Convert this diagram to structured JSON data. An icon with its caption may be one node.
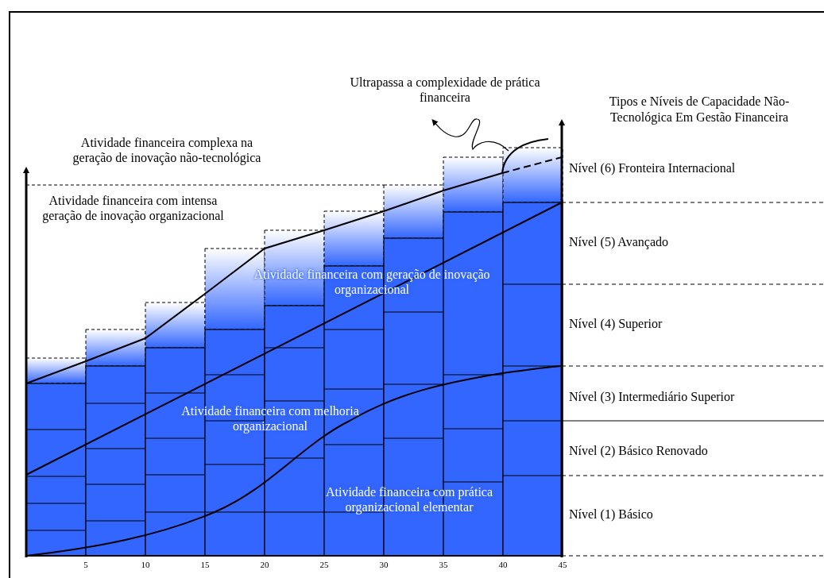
{
  "diagram": {
    "title": "Tipos e Níveis de Capacidade Não-Tecnológica Em Gestão Financeira",
    "labels": [
      "Ultrapassa a complexidade de prática financeira",
      "Atividade financeira complexa na geração de inovação não-tecnológica",
      "Nível (6) Fronteira Internacional",
      "Atividade financeira com intensa geração de inovação organizacional",
      "Nível (5) Avançado",
      "Atividade financeira com geração de inovação organizacional",
      "Nível (4) Superior",
      "Atividade financeira com melhoria organizacional",
      "Nível (3) Intermediário Superior",
      "Nível (2) Básico Renovado",
      "Atividade financeira com prática organizacional elementar",
      "Nível (1) Básico",
      "5",
      "10",
      "15",
      "20",
      "25",
      "30",
      "35",
      "40",
      "45"
    ]
  }
}
